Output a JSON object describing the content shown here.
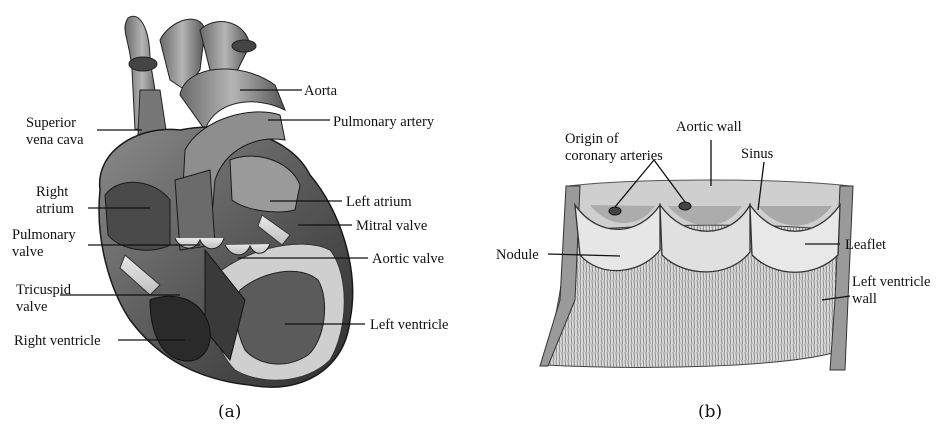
{
  "panel_a": {
    "caption": "(a)",
    "labels": {
      "aorta": "Aorta",
      "superior_vena_cava_1": "Superior",
      "superior_vena_cava_2": "vena cava",
      "pulmonary_artery": "Pulmonary artery",
      "right_atrium_1": "Right",
      "right_atrium_2": "atrium",
      "left_atrium": "Left atrium",
      "mitral_valve": "Mitral valve",
      "pulmonary_valve_1": "Pulmonary",
      "pulmonary_valve_2": "valve",
      "aortic_valve": "Aortic valve",
      "tricuspid_valve_1": "Tricuspid",
      "tricuspid_valve_2": "valve",
      "left_ventricle": "Left ventricle",
      "right_ventricle": "Right ventricle"
    }
  },
  "panel_b": {
    "caption": "(b)",
    "labels": {
      "origin_1": "Origin of",
      "origin_2": "coronary arteries",
      "aortic_wall": "Aortic wall",
      "sinus": "Sinus",
      "nodule": "Nodule",
      "leaflet": "Leaflet",
      "lv_wall_1": "Left ventricle",
      "lv_wall_2": "wall"
    }
  }
}
